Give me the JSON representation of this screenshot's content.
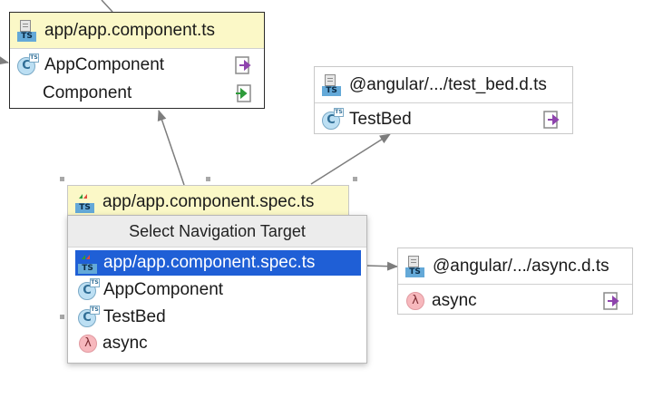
{
  "nodes": {
    "app_component": {
      "title": "app/app.component.ts",
      "rows": [
        {
          "label": "AppComponent",
          "icon": "class-icon",
          "action": "export-icon"
        },
        {
          "label": "Component",
          "icon": "none",
          "action": "import-icon"
        }
      ]
    },
    "test_bed": {
      "title": "@angular/.../test_bed.d.ts",
      "rows": [
        {
          "label": "TestBed",
          "icon": "class-icon",
          "action": "export-icon"
        }
      ]
    },
    "spec": {
      "title": "app/app.component.spec.ts"
    },
    "async": {
      "title": "@angular/.../async.d.ts",
      "rows": [
        {
          "label": "async",
          "icon": "lambda-icon",
          "action": "export-icon"
        }
      ]
    }
  },
  "popup": {
    "title": "Select Navigation Target",
    "items": [
      {
        "label": "app/app.component.spec.ts",
        "icon": "spec-file-icon",
        "selected": true
      },
      {
        "label": "AppComponent",
        "icon": "class-icon",
        "selected": false
      },
      {
        "label": "TestBed",
        "icon": "class-icon",
        "selected": false
      },
      {
        "label": "async",
        "icon": "lambda-icon",
        "selected": false
      }
    ]
  },
  "icon_text": {
    "ts": "TS",
    "class_letter": "C",
    "lambda": "λ"
  },
  "colors": {
    "header_yellow": "#fbf8c7",
    "selection_blue": "#1f5fd6",
    "ts_badge_blue": "#64a9d8",
    "export_purple": "#8e44ad",
    "import_green": "#2e9b3a",
    "edge_gray": "#7d7d7d"
  }
}
